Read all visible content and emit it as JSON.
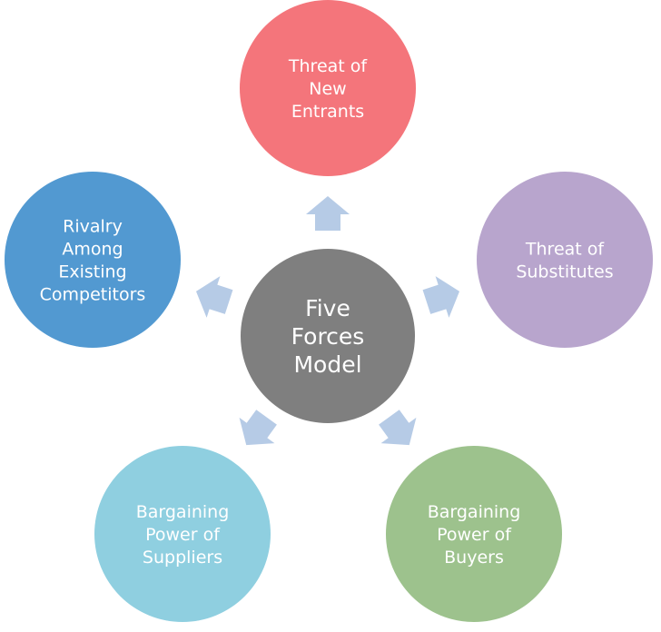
{
  "diagram": {
    "center": {
      "lines": [
        "Five",
        "Forces",
        "Model"
      ],
      "color": "#7f7f7f"
    },
    "forces": [
      {
        "id": "new-entrants",
        "lines": [
          "Threat of",
          "New",
          "Entrants"
        ],
        "color": "#f4757b"
      },
      {
        "id": "substitutes",
        "lines": [
          "Threat of",
          "Substitutes"
        ],
        "color": "#b8a5cd"
      },
      {
        "id": "buyers",
        "lines": [
          "Bargaining",
          "Power of",
          "Buyers"
        ],
        "color": "#9dc28d"
      },
      {
        "id": "suppliers",
        "lines": [
          "Bargaining",
          "Power of",
          "Suppliers"
        ],
        "color": "#8fcfe0"
      },
      {
        "id": "rivalry",
        "lines": [
          "Rivalry",
          "Among",
          "Existing",
          "Competitors"
        ],
        "color": "#5299d1"
      }
    ],
    "arrow_color": "#b6cbe6"
  }
}
